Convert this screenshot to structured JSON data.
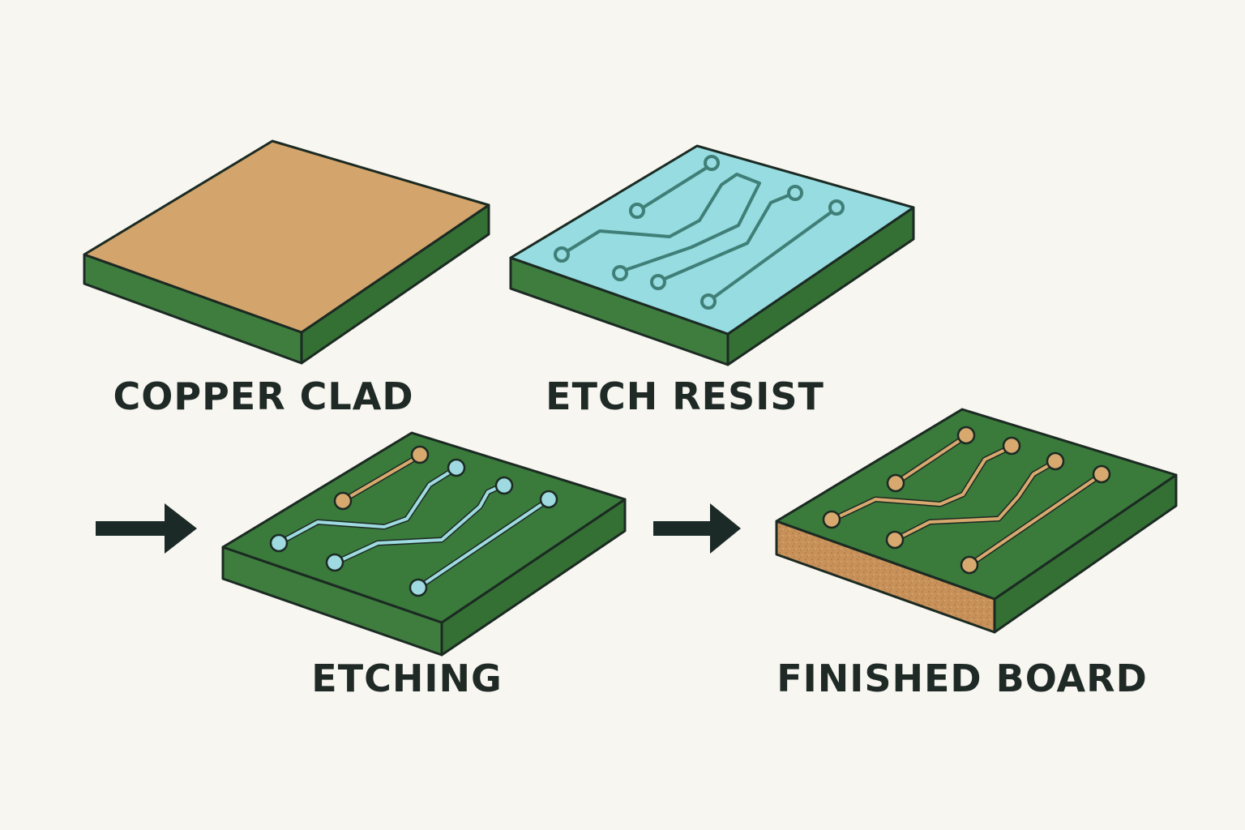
{
  "stages": [
    {
      "id": "copper-clad",
      "label": "COPPER CLAD"
    },
    {
      "id": "etch-resist",
      "label": "ETCH RESIST"
    },
    {
      "id": "etching",
      "label": "ETCHING"
    },
    {
      "id": "finished-board",
      "label": "FINISHED BOARD"
    }
  ],
  "colors": {
    "background": "#f8f6f1",
    "board_green": "#3f7d3f",
    "board_green_top": "#3a7a3b",
    "copper": "#d3a56c",
    "copper_trace": "#d8a96f",
    "resist": "#96dce0",
    "resist_trace": "#3f7f77",
    "etch_trace": "#9edae0",
    "substrate_edge": "#c8915a",
    "outline": "#1b2a22",
    "arrow": "#1b2a26",
    "label": "#1f2a26"
  },
  "icons": {
    "flow_arrow": "right-arrow-icon"
  }
}
